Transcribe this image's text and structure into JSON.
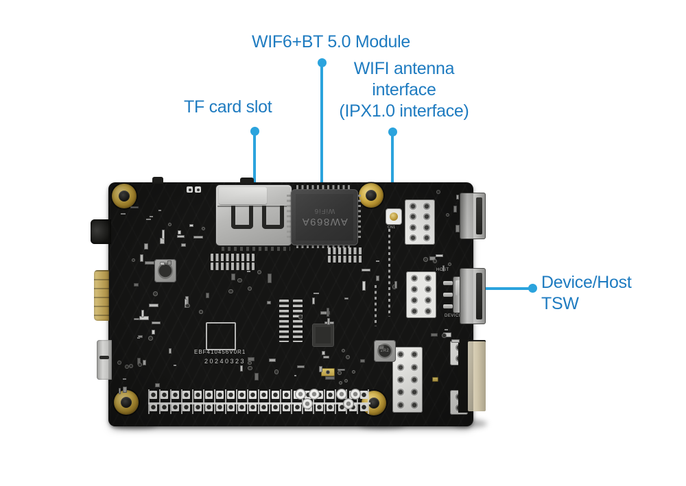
{
  "page": {
    "background": "#ffffff"
  },
  "callouts": {
    "text_color": "#1e7bc0",
    "line_color": "#2ba3dd",
    "wifi_module": {
      "label": "WIF6+BT 5.0 Module"
    },
    "tf_card": {
      "label": "TF card slot"
    },
    "wifi_antenna": {
      "line1": "WIFI antenna",
      "line2": "interface",
      "line3": "(IPX1.0 interface)"
    },
    "device_host": {
      "line1": "Device/Host",
      "line2": "TSW"
    }
  },
  "board": {
    "colors": {
      "pcb": "#151514",
      "gold": "#c9a435",
      "metal": "#bcbcba",
      "silkscreen": "#d9d9d7"
    },
    "silkscreen": {
      "model": "EBF410456V0R1",
      "date": "20240323",
      "wifi_chip_line1": "AW869A",
      "wifi_chip_line2": "WiFi6",
      "ipx_ref": "CN1",
      "switch_top": "HOST",
      "switch_bottom": "DEVICE",
      "inductor_marking": "2R2"
    }
  }
}
